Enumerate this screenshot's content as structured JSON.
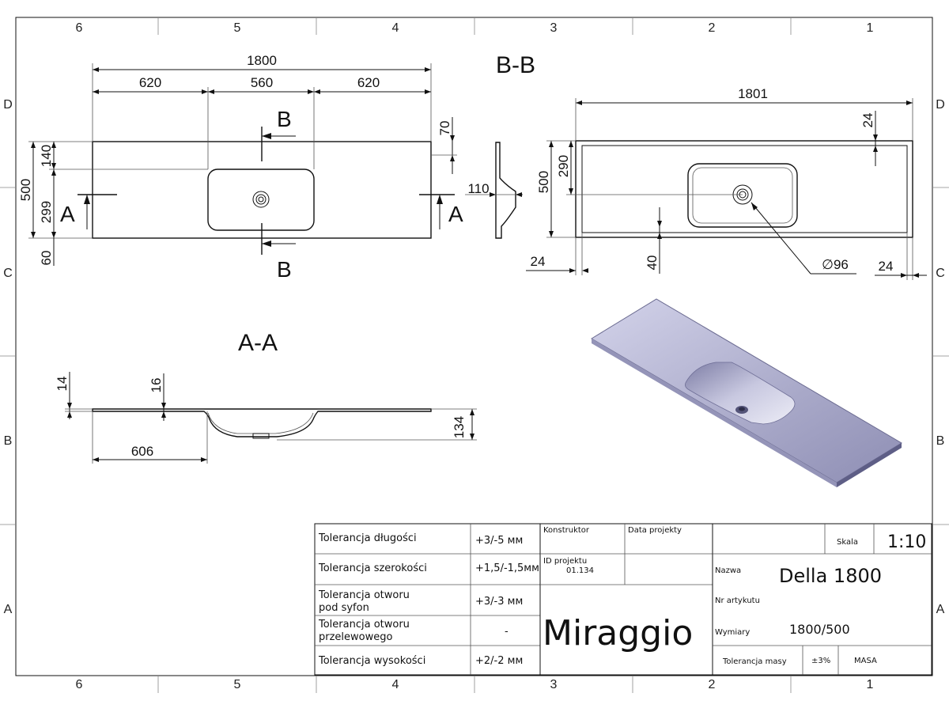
{
  "frame": {
    "columns": [
      "6",
      "5",
      "4",
      "3",
      "2",
      "1"
    ],
    "rows": [
      "D",
      "C",
      "B",
      "A"
    ]
  },
  "front_view": {
    "dims": {
      "total_width": "1800",
      "left": "620",
      "center": "560",
      "right": "620",
      "height": "500",
      "top_offset": "140",
      "lower_offset": "299",
      "bottom": "60",
      "right_top": "70"
    },
    "cut_labels": {
      "b_top": "B",
      "b_bottom": "B",
      "a_left": "A",
      "a_right": "A"
    }
  },
  "side_profile": {
    "depth": "110"
  },
  "section_bb": {
    "title": "B-B",
    "dims": {
      "width": "1801",
      "top_edge": "24",
      "height": "500",
      "hole_offset": "290",
      "left_edge": "24",
      "bottom": "40",
      "hole_diameter": "∅96",
      "right_edge": "24"
    }
  },
  "section_aa": {
    "title": "A-A",
    "dims": {
      "rim": "14",
      "basin_rim": "16",
      "basin_depth": "134",
      "offset": "606"
    }
  },
  "title_block": {
    "tolerances": [
      {
        "label": [
          "Tolerancja długości"
        ],
        "value": "+3/-5 мм"
      },
      {
        "label": [
          "Tolerancja szerokości"
        ],
        "value": "+1,5/-1,5мм"
      },
      {
        "label": [
          "Tolerancja otworu",
          "pod syfon"
        ],
        "value": "+3/-3 мм"
      },
      {
        "label": [
          "Tolerancja otworu",
          "przelewowego"
        ],
        "value": "-"
      },
      {
        "label": [
          "Tolerancja wysokości"
        ],
        "value": "+2/-2 мм"
      }
    ],
    "konstruktor_label": "Konstruktor",
    "data_label": "Data projekty",
    "id_label": "ID projektu",
    "id_value": "01.134",
    "brand": "Miraggio",
    "skala_label": "Skala",
    "skala_value": "1:10",
    "nazwa_label": "Nazwa",
    "nazwa_value": "Della 1800",
    "artykul_label": "Nr artykutu",
    "wymiary_label": "Wymiary",
    "wymiary_value": "1800/500",
    "masa_tol_label": "Tolerancja masy",
    "masa_tol_value": "±3%",
    "masa_label": "MASA"
  }
}
